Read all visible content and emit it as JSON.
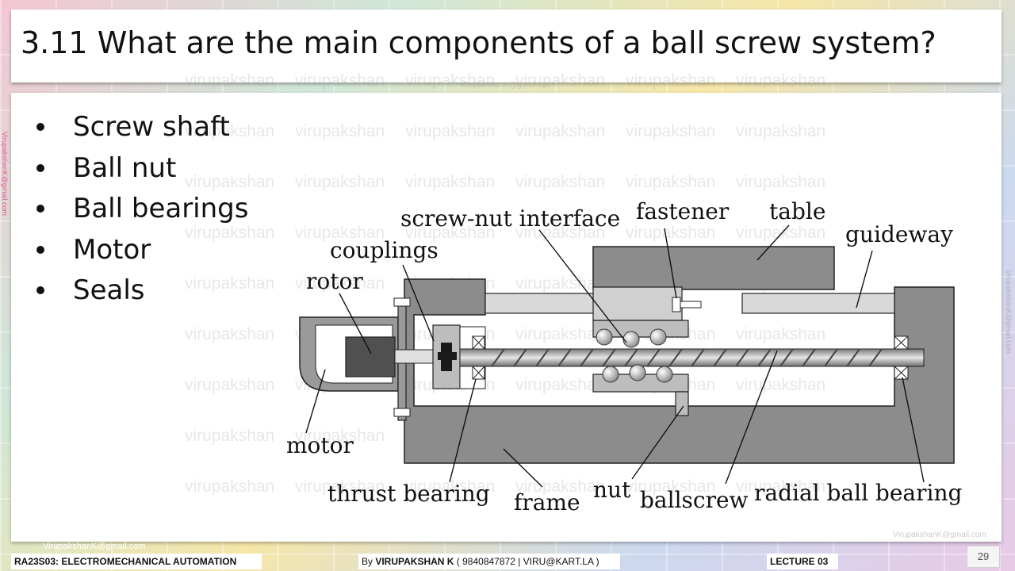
{
  "slide": {
    "title": "3.11 What are the main components of a ball screw system?",
    "bullets": [
      "Screw shaft",
      "Ball nut",
      "Ball bearings",
      "Motor",
      "Seals"
    ]
  },
  "diagram_labels": {
    "screw_nut_interface": "screw-nut interface",
    "fastener": "fastener",
    "table": "table",
    "guideway": "guideway",
    "couplings": "couplings",
    "rotor": "rotor",
    "motor": "motor",
    "thrust_bearing": "thrust bearing",
    "frame": "frame",
    "nut": "nut",
    "ballscrew": "ballscrew",
    "radial_ball_bearing": "radial ball bearing"
  },
  "watermark": {
    "word": "virupakshan",
    "email": "VirupakshanK@gmail.com"
  },
  "footer": {
    "course": "RA23S03:   ELECTROMECHANICAL AUTOMATION",
    "author_prefix": "By ",
    "author_name": "VIRUPAKSHAN K",
    "author_contact": " ( 9840847872 | VIRU@KART.LA )",
    "lecture": "LECTURE 03",
    "page_number": "29"
  }
}
